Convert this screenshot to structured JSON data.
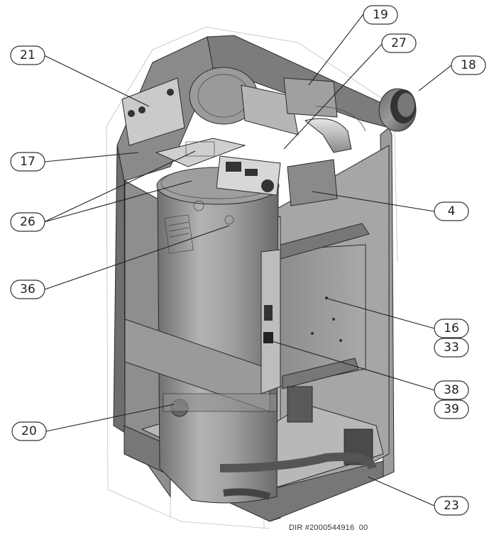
{
  "callouts": [
    {
      "id": "c21",
      "label": "21"
    },
    {
      "id": "c19",
      "label": "19"
    },
    {
      "id": "c27",
      "label": "27"
    },
    {
      "id": "c18",
      "label": "18"
    },
    {
      "id": "c17",
      "label": "17"
    },
    {
      "id": "c4",
      "label": "4"
    },
    {
      "id": "c26",
      "label": "26"
    },
    {
      "id": "c36",
      "label": "36"
    },
    {
      "id": "c16",
      "label": "16"
    },
    {
      "id": "c33",
      "label": "33"
    },
    {
      "id": "c38",
      "label": "38"
    },
    {
      "id": "c39",
      "label": "39"
    },
    {
      "id": "c20",
      "label": "20"
    },
    {
      "id": "c23",
      "label": "23"
    }
  ],
  "doc_reference": "DIR #2000544916  00"
}
